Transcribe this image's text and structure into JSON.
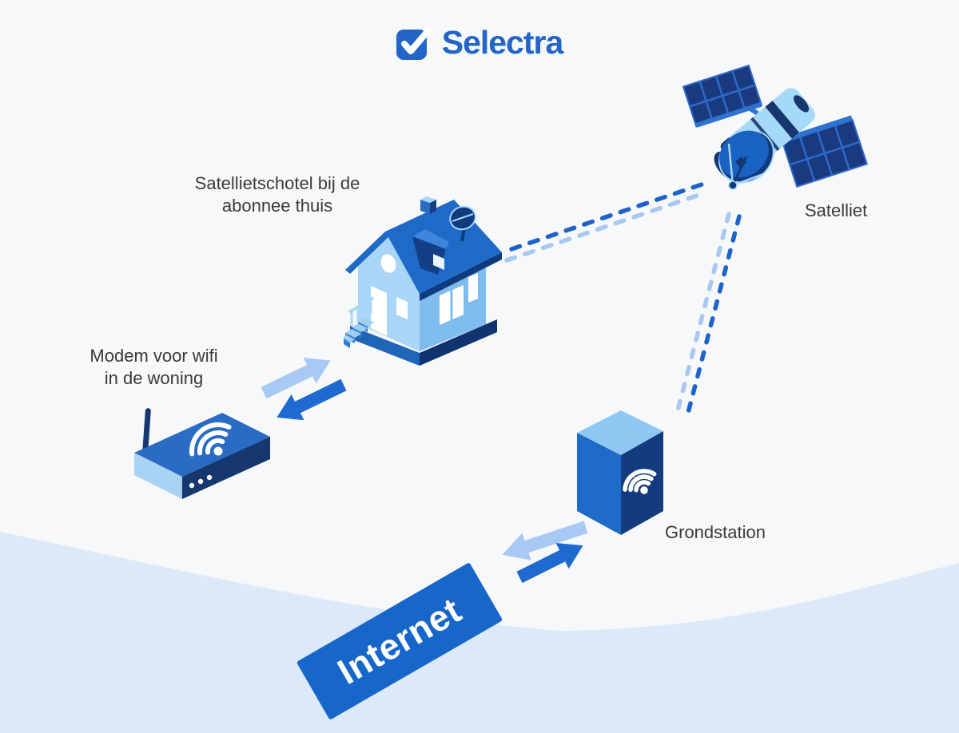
{
  "logo": {
    "text": "Selectra",
    "icon": "check-icon",
    "brand_color": "#2264C7"
  },
  "nodes": {
    "house": {
      "label": "Satellietschotel bij de abonnee thuis",
      "icon": "house-with-satellite-dish"
    },
    "modem": {
      "label": "Modem voor wifi in de woning",
      "icon": "wifi-router"
    },
    "satellite": {
      "label": "Satelliet",
      "icon": "satellite"
    },
    "ground_station": {
      "label": "Grondstation",
      "icon": "ground-station-tower"
    },
    "internet": {
      "label": "Internet",
      "banner_color": "#1766C9"
    }
  },
  "connections": [
    {
      "between": [
        "modem",
        "house"
      ],
      "type": "bidirectional-arrows"
    },
    {
      "between": [
        "house",
        "satellite"
      ],
      "type": "dashed-beams"
    },
    {
      "between": [
        "satellite",
        "ground_station"
      ],
      "type": "dashed-beams"
    },
    {
      "between": [
        "internet",
        "ground_station"
      ],
      "type": "bidirectional-arrows"
    }
  ],
  "colors": {
    "background": "#F7F8F9",
    "wave": "#DCE9FA",
    "navy": "#16386F",
    "dark_blue": "#0E3B7E",
    "medium_blue": "#1F6AC6",
    "light_blue": "#A9D6F7",
    "arrow_light": "#A8C9F3",
    "arrow_dark": "#1E6AD0",
    "dash_dark": "#1E63C9",
    "dash_light": "#A8C8F2",
    "text": "#3A3A3A"
  }
}
